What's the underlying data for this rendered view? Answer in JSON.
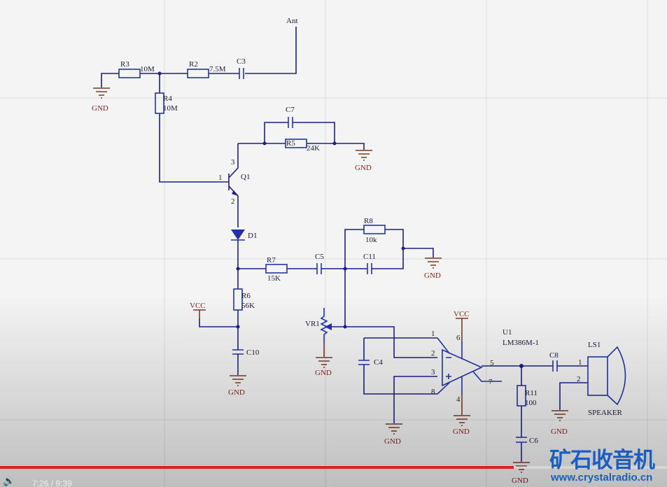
{
  "schematic": {
    "antenna": "Ant",
    "power": {
      "gnd": "GND",
      "vcc": "VCC"
    },
    "components": {
      "R3": {
        "ref": "R3",
        "value": "10M"
      },
      "R2": {
        "ref": "R2",
        "value": "7.5M"
      },
      "C3": {
        "ref": "C3"
      },
      "R4": {
        "ref": "R4",
        "value": "10M"
      },
      "C7": {
        "ref": "C7"
      },
      "R5": {
        "ref": "R5",
        "value": "24K"
      },
      "Q1": {
        "ref": "Q1",
        "pins": [
          "1",
          "3",
          "2"
        ]
      },
      "D1": {
        "ref": "D1"
      },
      "R8": {
        "ref": "R8",
        "value": "10k"
      },
      "R7": {
        "ref": "R7",
        "value": "15K"
      },
      "C5": {
        "ref": "C5"
      },
      "C11": {
        "ref": "C11"
      },
      "R6": {
        "ref": "R6",
        "value": "56K"
      },
      "C10": {
        "ref": "C10"
      },
      "VR1": {
        "ref": "VR1"
      },
      "C4": {
        "ref": "C4"
      },
      "U1": {
        "ref": "U1",
        "value": "LM386M-1",
        "pins": [
          "1",
          "2",
          "3",
          "8",
          "6",
          "4",
          "5",
          "7"
        ]
      },
      "C8": {
        "ref": "C8"
      },
      "R11": {
        "ref": "R11",
        "value": "100"
      },
      "C6": {
        "ref": "C6"
      },
      "LS1": {
        "ref": "LS1",
        "value": "SPEAKER",
        "pins": [
          "1",
          "2"
        ]
      }
    }
  },
  "player": {
    "current_time": "7:26",
    "duration": "9:39",
    "time_sep": " / ",
    "progress": 0.77,
    "accent": "#e0201e"
  },
  "watermark": {
    "title": "矿石收音机",
    "url": "www.crystalradio.cn"
  }
}
